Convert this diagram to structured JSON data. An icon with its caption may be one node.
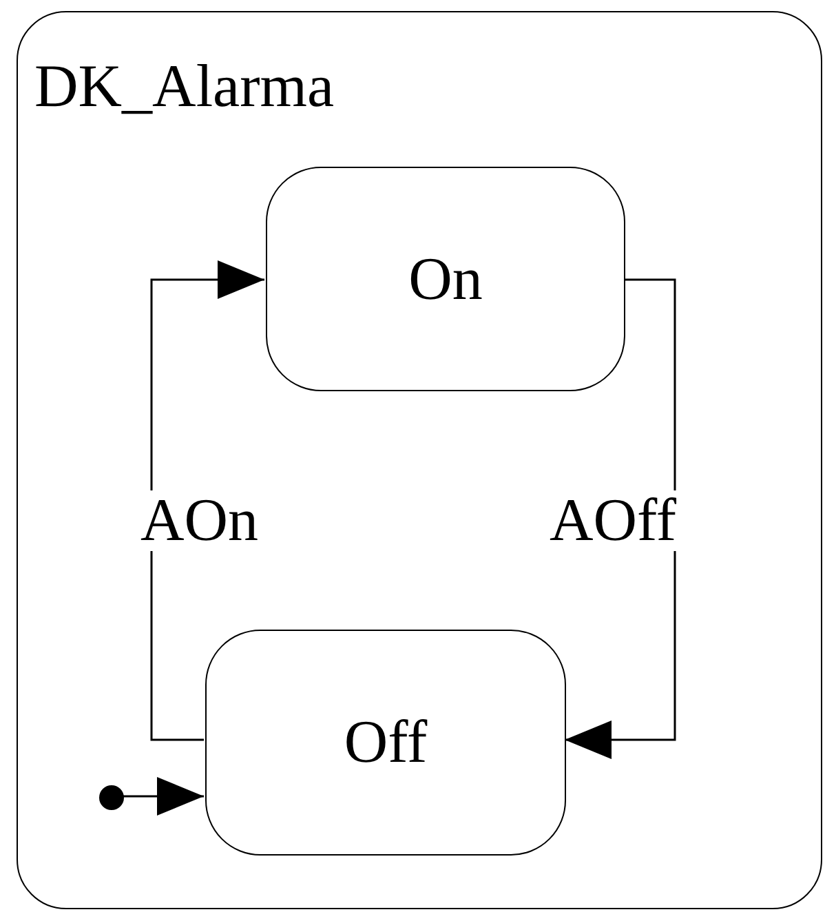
{
  "diagram": {
    "nodes": [
      {
        "text": [
          "DK_Alarma"
        ]
      },
      {
        "text": [
          "On"
        ],
        "in": 0
      },
      {
        "text": [
          "Off"
        ],
        "in": 0
      },
      {
        "text": [],
        "shape": "circle",
        "in": 0
      }
    ],
    "edges": [
      {
        "from": 2,
        "to": 1,
        "arrow": "to",
        "label": "AOn"
      },
      {
        "from": 1,
        "to": 2,
        "arrow": "to",
        "label": "AOff"
      },
      {
        "from": 3,
        "to": 2,
        "arrow": "to"
      }
    ]
  }
}
